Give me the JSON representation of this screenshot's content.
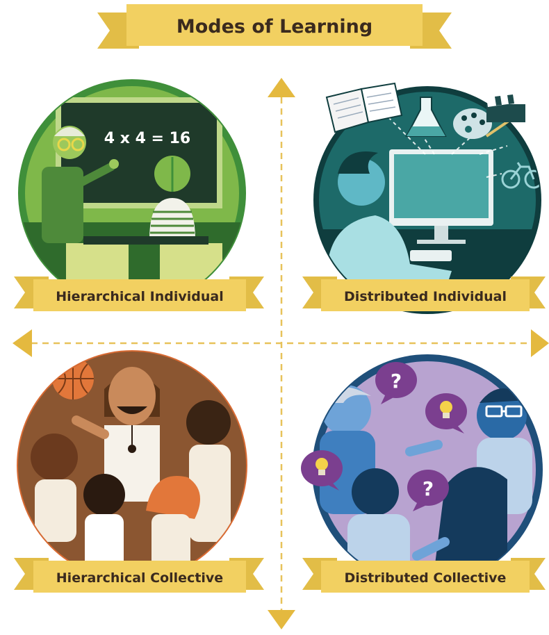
{
  "title": "Modes of Learning",
  "quadrants": {
    "top_left": {
      "label": "Hierarchical Individual",
      "equation": "4 x 4 = 16"
    },
    "top_right": {
      "label": "Distributed Individual"
    },
    "bottom_left": {
      "label": "Hierarchical Collective"
    },
    "bottom_right": {
      "label": "Distributed Collective",
      "bubble_symbol": "?"
    }
  },
  "colors": {
    "ribbon": "#f2d061",
    "ribbon_dark": "#c9a93a",
    "axis": "#e7c25a",
    "top_left_circle": "#3f8f3a",
    "top_right_circle": "#0f3d3e",
    "bottom_left_circle": "#d96b33",
    "bottom_right_circle": "#1f4f7a"
  }
}
